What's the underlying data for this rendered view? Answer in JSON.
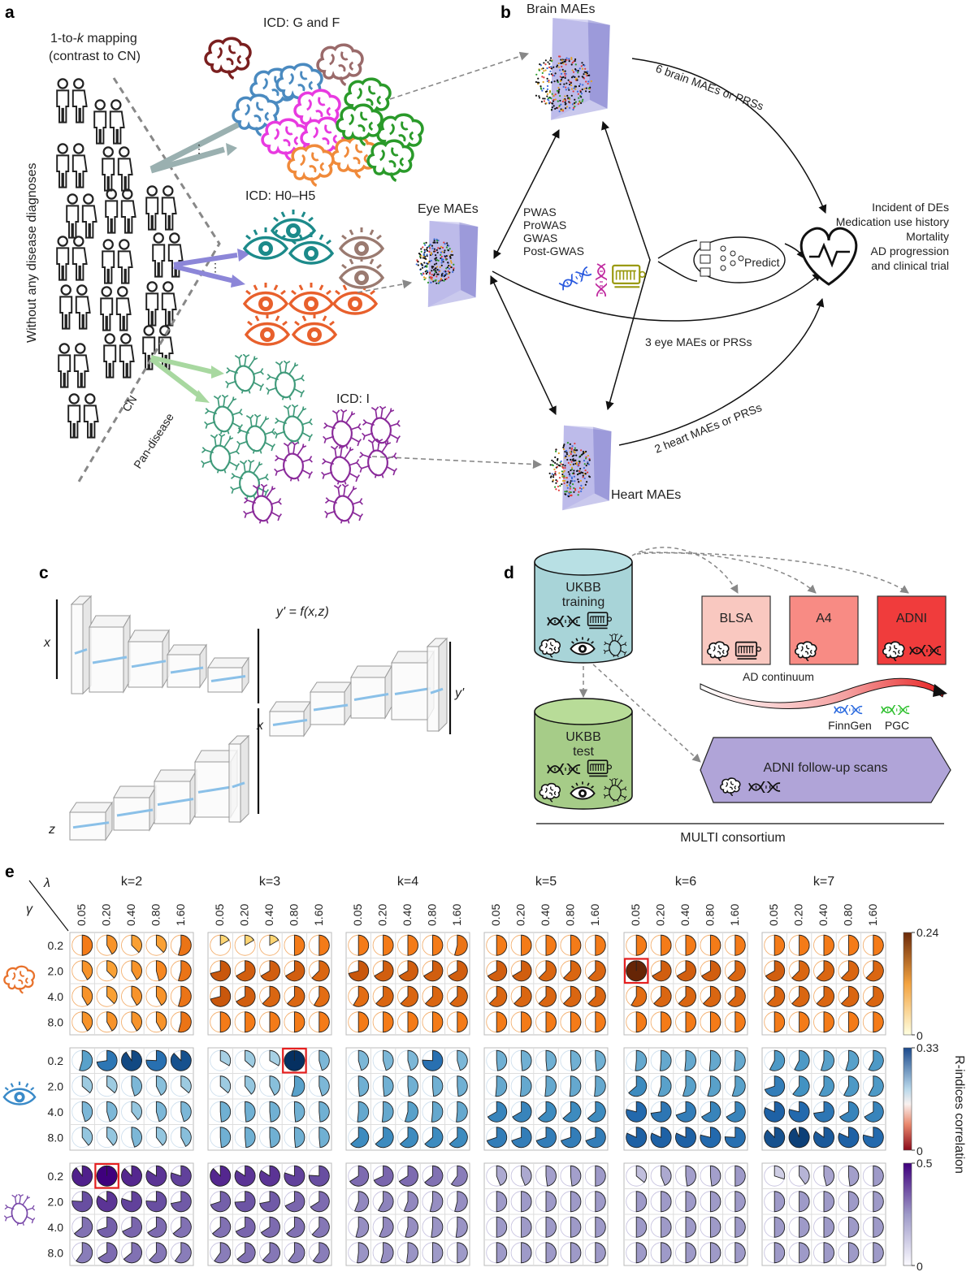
{
  "panels": {
    "a": {
      "letter": "a",
      "mapping_line1": "1-to-",
      "mapping_k": "k",
      "mapping_line1_end": " mapping",
      "mapping_line2": "(contrast to CN)",
      "ylabel": "Without any disease diagnoses",
      "cn_label": "CN",
      "pan_label": "Pan-disease",
      "icd_brain": "ICD: G and F",
      "icd_eye": "ICD: H0–H5",
      "icd_heart": "ICD: I",
      "dots1": "⋮",
      "dots2": "⋮"
    },
    "b": {
      "letter": "b",
      "brain_title": "Brain MAEs",
      "eye_title": "Eye MAEs",
      "heart_title": "Heart MAEs",
      "brain_arrow": "6 brain MAEs or PRSs",
      "eye_arrow": "3 eye MAEs or PRSs",
      "heart_arrow": "2 heart MAEs or PRSs",
      "analyses": [
        "PWAS",
        "ProWAS",
        "GWAS",
        "Post-GWAS"
      ],
      "predict": "Predict",
      "outcomes": [
        "Incident of DEs",
        "Medication use history",
        "Mortality",
        "AD progression",
        "and clinical trial"
      ]
    },
    "c": {
      "letter": "c",
      "equation": "y' = f(x,z)",
      "x_label": "x",
      "z_label": "z",
      "x_mid": "x",
      "y_label": "y'"
    },
    "d": {
      "letter": "d",
      "training1": "UKBB",
      "training2": "training",
      "test1": "UKBB",
      "test2": "test",
      "blsa": "BLSA",
      "a4": "A4",
      "adni": "ADNI",
      "continuum": "AD continuum",
      "finngen": "FinnGen",
      "pgc": "PGC",
      "followup": "ADNI follow-up scans",
      "consortium": "MULTI consortium"
    },
    "e": {
      "letter": "e",
      "lambda": "λ",
      "gamma": "γ",
      "k_labels": [
        "k=2",
        "k=3",
        "k=4",
        "k=5",
        "k=6",
        "k=7"
      ],
      "lambda_values": [
        "0.05",
        "0.20",
        "0.40",
        "0.80",
        "1.60"
      ],
      "gamma_values": [
        "0.2",
        "2.0",
        "4.0",
        "8.0"
      ],
      "side_label": "R-indices correlation",
      "colorbars": [
        {
          "organ": "brain",
          "max": "0.24",
          "min": "0"
        },
        {
          "organ": "eye",
          "max": "0.33",
          "min": "0"
        },
        {
          "organ": "heart",
          "max": "0.5",
          "min": "0"
        }
      ]
    }
  },
  "colors": {
    "brain": "#e8722c",
    "eye_teal": "#1c8a8a",
    "eye_orange": "#e8602c",
    "eye_brown": "#9a7a70",
    "heart_green": "#3f9a7a",
    "heart_purple": "#8a2a9a",
    "brain_palette": [
      "#7a1f1f",
      "#4a8ac0",
      "#9a6a6a",
      "#e83ae0",
      "#2a9a2a",
      "#f08a3a"
    ],
    "cube": "#8a88d8",
    "highlight": "#e62020"
  },
  "chart_data": [
    {
      "type": "heatmap",
      "title": "",
      "organ": "brain",
      "cmap": "YlOrBr",
      "vmax": 0.24,
      "k": [
        2,
        3,
        4,
        5,
        6,
        7
      ],
      "lambda": [
        0.05,
        0.2,
        0.4,
        0.8,
        1.6
      ],
      "gamma": [
        0.2,
        2.0,
        4.0,
        8.0
      ],
      "highlight": {
        "k": 6,
        "gamma": 2.0,
        "lambda": 0.05
      },
      "values": [
        [
          [
            0.12,
            0.1,
            0.09,
            0.09,
            0.13
          ],
          [
            0.1,
            0.09,
            0.1,
            0.11,
            0.13
          ],
          [
            0.1,
            0.09,
            0.1,
            0.1,
            0.13
          ],
          [
            0.1,
            0.1,
            0.1,
            0.1,
            0.13
          ]
        ],
        [
          [
            0.04,
            0.04,
            0.04,
            0.12,
            0.12
          ],
          [
            0.17,
            0.16,
            0.16,
            0.16,
            0.15
          ],
          [
            0.17,
            0.16,
            0.15,
            0.15,
            0.14
          ],
          [
            0.12,
            0.12,
            0.12,
            0.12,
            0.12
          ]
        ],
        [
          [
            0.12,
            0.12,
            0.12,
            0.12,
            0.13
          ],
          [
            0.17,
            0.16,
            0.16,
            0.16,
            0.16
          ],
          [
            0.14,
            0.15,
            0.15,
            0.15,
            0.15
          ],
          [
            0.12,
            0.12,
            0.12,
            0.12,
            0.12
          ]
        ],
        [
          [
            0.12,
            0.12,
            0.12,
            0.12,
            0.12
          ],
          [
            0.16,
            0.16,
            0.15,
            0.15,
            0.15
          ],
          [
            0.15,
            0.15,
            0.15,
            0.15,
            0.15
          ],
          [
            0.12,
            0.12,
            0.12,
            0.12,
            0.12
          ]
        ],
        [
          [
            0.12,
            0.12,
            0.12,
            0.12,
            0.12
          ],
          [
            0.24,
            0.16,
            0.16,
            0.16,
            0.15
          ],
          [
            0.14,
            0.15,
            0.15,
            0.15,
            0.15
          ],
          [
            0.12,
            0.12,
            0.12,
            0.12,
            0.12
          ]
        ],
        [
          [
            0.12,
            0.12,
            0.12,
            0.12,
            0.12
          ],
          [
            0.16,
            0.15,
            0.15,
            0.15,
            0.15
          ],
          [
            0.15,
            0.15,
            0.15,
            0.15,
            0.15
          ],
          [
            0.12,
            0.12,
            0.12,
            0.12,
            0.12
          ]
        ]
      ]
    },
    {
      "type": "heatmap",
      "title": "",
      "organ": "eye",
      "cmap": "RdBu",
      "vmax": 0.33,
      "k": [
        2,
        3,
        4,
        5,
        6,
        7
      ],
      "lambda": [
        0.05,
        0.2,
        0.4,
        0.8,
        1.6
      ],
      "gamma": [
        0.2,
        2.0,
        4.0,
        8.0
      ],
      "highlight": {
        "k": 3,
        "gamma": 0.2,
        "lambda": 0.8
      },
      "values": [
        [
          [
            0.18,
            0.24,
            0.3,
            0.25,
            0.29
          ],
          [
            0.12,
            0.12,
            0.15,
            0.14,
            0.12
          ],
          [
            0.15,
            0.15,
            0.13,
            0.15,
            0.15
          ],
          [
            0.13,
            0.13,
            0.15,
            0.13,
            0.14
          ]
        ],
        [
          [
            0.11,
            0.12,
            0.11,
            0.33,
            0.15
          ],
          [
            0.12,
            0.13,
            0.14,
            0.18,
            0.15
          ],
          [
            0.16,
            0.16,
            0.16,
            0.16,
            0.16
          ],
          [
            0.16,
            0.16,
            0.16,
            0.16,
            0.16
          ]
        ],
        [
          [
            0.15,
            0.15,
            0.15,
            0.25,
            0.15
          ],
          [
            0.16,
            0.16,
            0.16,
            0.16,
            0.16
          ],
          [
            0.17,
            0.17,
            0.18,
            0.17,
            0.17
          ],
          [
            0.21,
            0.21,
            0.21,
            0.21,
            0.21
          ]
        ],
        [
          [
            0.16,
            0.16,
            0.16,
            0.16,
            0.16
          ],
          [
            0.17,
            0.17,
            0.17,
            0.17,
            0.17
          ],
          [
            0.22,
            0.22,
            0.21,
            0.21,
            0.21
          ],
          [
            0.23,
            0.23,
            0.23,
            0.23,
            0.23
          ]
        ],
        [
          [
            0.17,
            0.17,
            0.17,
            0.17,
            0.17
          ],
          [
            0.21,
            0.18,
            0.18,
            0.18,
            0.18
          ],
          [
            0.26,
            0.24,
            0.23,
            0.22,
            0.22
          ],
          [
            0.27,
            0.27,
            0.27,
            0.26,
            0.25
          ]
        ],
        [
          [
            0.19,
            0.19,
            0.18,
            0.18,
            0.19
          ],
          [
            0.23,
            0.2,
            0.19,
            0.19,
            0.19
          ],
          [
            0.27,
            0.26,
            0.24,
            0.22,
            0.22
          ],
          [
            0.29,
            0.31,
            0.28,
            0.27,
            0.26
          ]
        ]
      ]
    },
    {
      "type": "heatmap",
      "title": "",
      "organ": "heart",
      "cmap": "Purples",
      "vmax": 0.5,
      "k": [
        2,
        3,
        4,
        5,
        6,
        7
      ],
      "lambda": [
        0.05,
        0.2,
        0.4,
        0.8,
        1.6
      ],
      "gamma": [
        0.2,
        2.0,
        4.0,
        8.0
      ],
      "highlight": {
        "k": 2,
        "gamma": 0.2,
        "lambda": 0.2
      },
      "values": [
        [
          [
            0.45,
            0.5,
            0.44,
            0.42,
            0.4
          ],
          [
            0.38,
            0.42,
            0.4,
            0.38,
            0.36
          ],
          [
            0.32,
            0.35,
            0.34,
            0.33,
            0.32
          ],
          [
            0.3,
            0.33,
            0.32,
            0.31,
            0.3
          ]
        ],
        [
          [
            0.44,
            0.42,
            0.42,
            0.4,
            0.38
          ],
          [
            0.35,
            0.37,
            0.36,
            0.34,
            0.33
          ],
          [
            0.32,
            0.34,
            0.33,
            0.32,
            0.31
          ],
          [
            0.3,
            0.32,
            0.31,
            0.3,
            0.3
          ]
        ],
        [
          [
            0.33,
            0.34,
            0.33,
            0.32,
            0.3
          ],
          [
            0.28,
            0.29,
            0.28,
            0.27,
            0.27
          ],
          [
            0.27,
            0.28,
            0.27,
            0.26,
            0.26
          ],
          [
            0.26,
            0.27,
            0.26,
            0.25,
            0.25
          ]
        ],
        [
          [
            0.22,
            0.22,
            0.24,
            0.24,
            0.25
          ],
          [
            0.25,
            0.25,
            0.25,
            0.25,
            0.25
          ],
          [
            0.25,
            0.25,
            0.25,
            0.25,
            0.25
          ],
          [
            0.25,
            0.25,
            0.25,
            0.25,
            0.25
          ]
        ],
        [
          [
            0.18,
            0.22,
            0.24,
            0.24,
            0.25
          ],
          [
            0.25,
            0.25,
            0.25,
            0.25,
            0.25
          ],
          [
            0.25,
            0.25,
            0.25,
            0.25,
            0.25
          ],
          [
            0.25,
            0.25,
            0.25,
            0.25,
            0.25
          ]
        ],
        [
          [
            0.15,
            0.2,
            0.23,
            0.24,
            0.25
          ],
          [
            0.25,
            0.25,
            0.25,
            0.25,
            0.25
          ],
          [
            0.25,
            0.25,
            0.25,
            0.25,
            0.25
          ],
          [
            0.25,
            0.25,
            0.25,
            0.25,
            0.25
          ]
        ]
      ]
    }
  ]
}
